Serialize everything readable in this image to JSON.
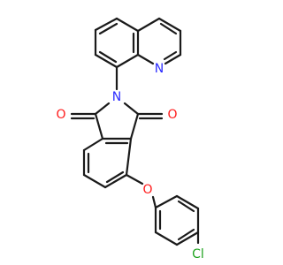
{
  "molecule": {
    "atoms": [
      {
        "id": "n_quin",
        "label": "N",
        "color": "#2b2bff"
      },
      {
        "id": "n_imide",
        "label": "N",
        "color": "#2b2bff"
      },
      {
        "id": "o_carbonyl_left",
        "label": "O",
        "color": "#ff1a1a"
      },
      {
        "id": "o_carbonyl_right",
        "label": "O",
        "color": "#ff1a1a"
      },
      {
        "id": "o_ether",
        "label": "O",
        "color": "#ff1a1a"
      },
      {
        "id": "cl",
        "label": "Cl",
        "color": "#1fa31f"
      }
    ],
    "bond_color": "#1a1a1a"
  }
}
